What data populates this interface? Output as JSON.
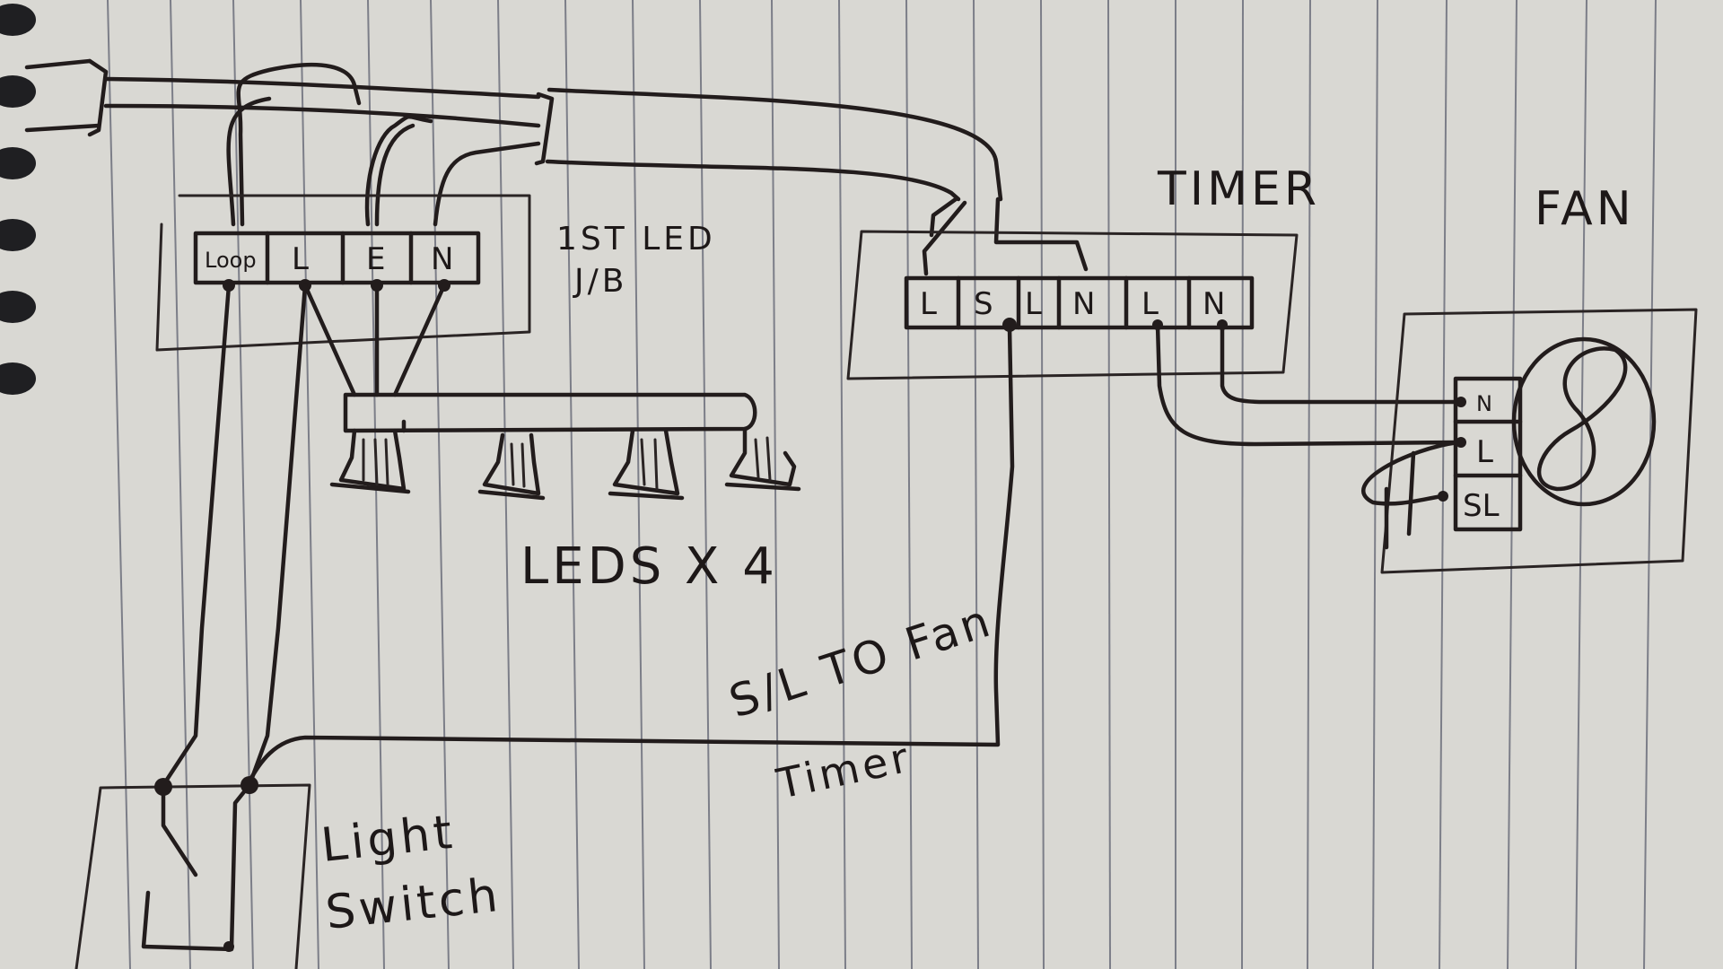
{
  "jb": {
    "terminals": [
      "Loop",
      "L",
      "E",
      "N"
    ],
    "label_line1": "1ST LED",
    "label_line2": "J/B"
  },
  "timer": {
    "title": "TIMER",
    "terminals": [
      "L",
      "S",
      "L",
      "N",
      "L",
      "N"
    ]
  },
  "fan": {
    "title": "FAN",
    "terminals": [
      "N",
      "L",
      "SL"
    ]
  },
  "leds_label": "LEDS X 4",
  "wire_label_line1": "S/L TO Fan",
  "wire_label_line2": "Timer",
  "switch": {
    "label_line1": "Light",
    "label_line2": "Switch"
  },
  "colors": {
    "paper": "#d9d8d3",
    "ink": "#221c1c",
    "rule": "#5e6070"
  }
}
